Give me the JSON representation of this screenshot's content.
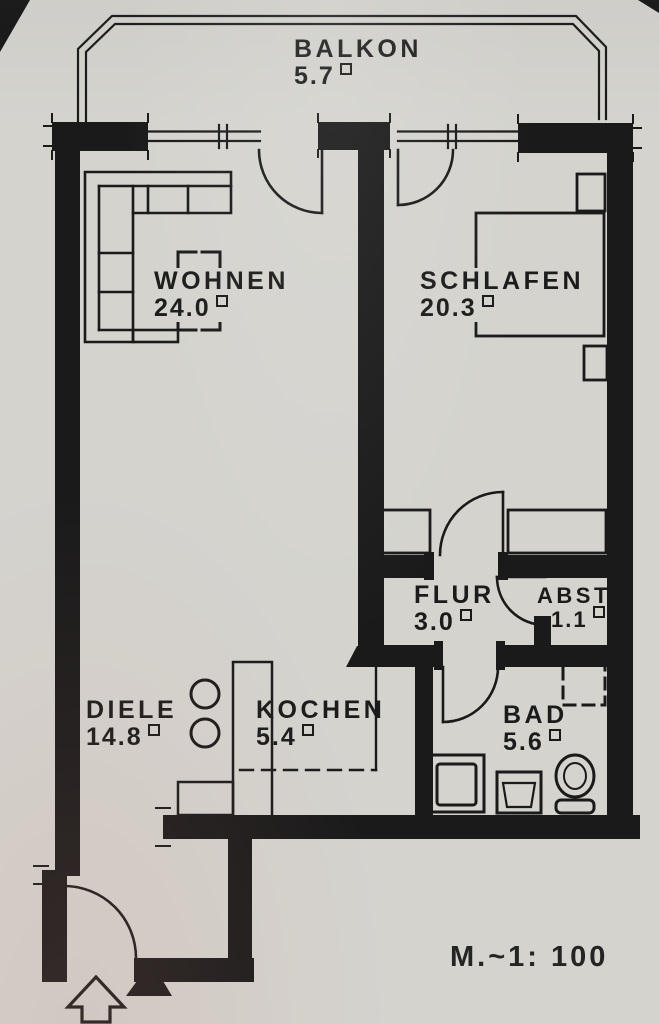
{
  "drawing": {
    "kind": "apartment floor plan",
    "scale_label": "M.~1: 100"
  },
  "rooms": {
    "balkon": {
      "name": "BALKON",
      "area": "5.7"
    },
    "wohnen": {
      "name": "WOHNEN",
      "area": "24.0"
    },
    "schlafen": {
      "name": "SCHLAFEN",
      "area": "20.3"
    },
    "flur": {
      "name": "FLUR",
      "area": "3.0"
    },
    "abst": {
      "name": "ABST.",
      "area": "1.1"
    },
    "diele": {
      "name": "DIELE",
      "area": "14.8"
    },
    "kochen": {
      "name": "KOCHEN",
      "area": "5.4"
    },
    "bad": {
      "name": "BAD",
      "area": "5.6"
    }
  },
  "symbols": {
    "sqm": "small square = m²",
    "entrance_arrow": "outlined arrow pointing up at entry door"
  },
  "icons": {
    "sofa-icon": "L-shaped corner sofa outline",
    "table-icon": "square table corner brackets",
    "bed-icon": "double bed with two nightstands",
    "wardrobe-icon": "rectangle along bedroom wall",
    "dresser-icon": "small rectangle near bedroom door",
    "counter-icon": "kitchen counter run",
    "burners-icon": "two circles",
    "shower-icon": "square in square",
    "washbasin-icon": "rectangle with bowl trapezoid",
    "toilet-icon": "oval with cistern rectangle",
    "shaft-icon": "dashed square duct",
    "door-arc-icon": "quarter-circle door swing",
    "window-icon": "double parallel lines in wall"
  },
  "colors": {
    "paper": "#d4d3ce",
    "ink": "#1a1a1a"
  }
}
